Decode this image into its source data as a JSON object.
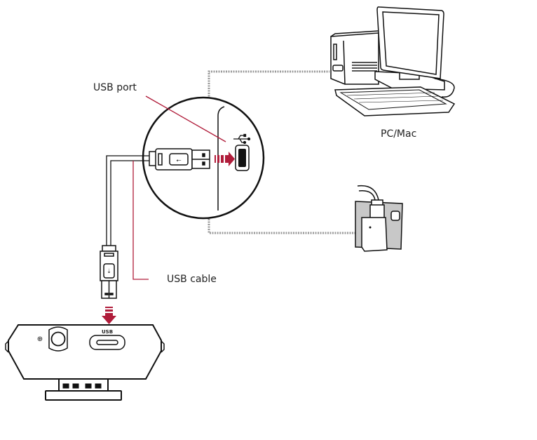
{
  "labels": {
    "usb_port": "USB port",
    "usb_cable": "USB cable",
    "pc_mac": "PC/Mac",
    "device_usb": "USB"
  },
  "colors": {
    "accent": "#b01c3a",
    "line": "#111111",
    "dotted": "#9a9a9a",
    "wall_plate": "#c8c8c8"
  },
  "icons": [
    "usb-icon",
    "headphone-jack-icon",
    "arrow-right-icon",
    "arrow-down-icon"
  ]
}
